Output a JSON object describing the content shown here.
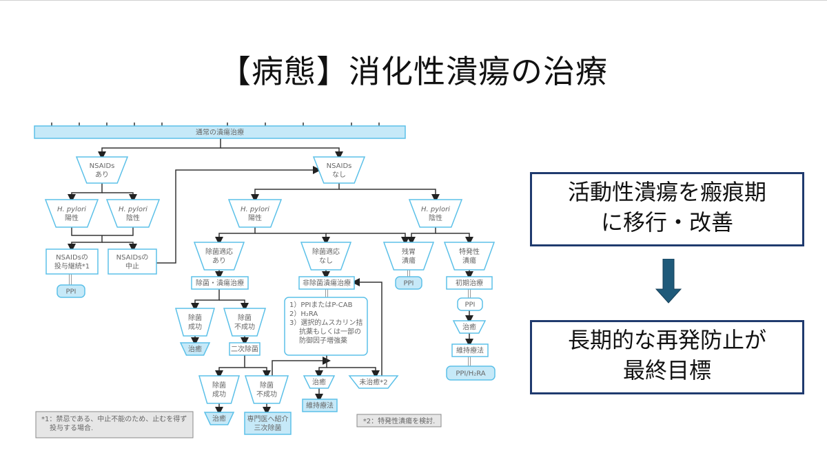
{
  "slide": {
    "title": "【病態】消化性潰瘍の治療"
  },
  "flowchart": {
    "top": "通常の潰瘍治療",
    "nsaids_yes": [
      "NSAIDs",
      "あり"
    ],
    "nsaids_no": [
      "NSAIDs",
      "なし"
    ],
    "hp_pos_left": [
      "H. pylori",
      "陽性"
    ],
    "hp_neg_left": [
      "H. pylori",
      "陰性"
    ],
    "nsaids_continue": [
      "NSAIDsの",
      "投与継続*1"
    ],
    "nsaids_stop": [
      "NSAIDsの",
      "中止"
    ],
    "ppi_left": "PPI",
    "hp_pos_right": [
      "H. pylori",
      "陽性"
    ],
    "hp_neg_right": [
      "H. pylori",
      "陰性"
    ],
    "erad_yes": [
      "除菌適応",
      "あり"
    ],
    "erad_no": [
      "除菌適応",
      "なし"
    ],
    "residual": [
      "残胃",
      "潰瘍"
    ],
    "idiopathic": [
      "特発性",
      "潰瘍"
    ],
    "erad_ulcer_tx": "除菌・潰瘍治療",
    "non_erad_tx": "非除菌潰瘍治療",
    "ppi_residual": "PPI",
    "initial_tx": "初期治療",
    "options": [
      "1）PPIまたはP-CAB",
      "2）H₂RA",
      "3）選択的ムスカリン拮",
      "抗薬もしくは一部の",
      "防御因子増強薬"
    ],
    "erad_success1": [
      "除菌",
      "成功"
    ],
    "erad_fail1": [
      "除菌",
      "不成功"
    ],
    "healed1": "治癒",
    "second_erad": "二次除菌",
    "erad_success2": [
      "除菌",
      "成功"
    ],
    "erad_fail2": [
      "除菌",
      "不成功"
    ],
    "healed2": "治癒",
    "referral": [
      "専門医へ紹介",
      "三次除菌"
    ],
    "healed3": "治癒",
    "not_healed": "未治癒*2",
    "maintenance1": "維持療法",
    "ppi_idio": "PPI",
    "healed4": "治癒",
    "maintenance2": "維持療法",
    "ppi_h2ra": "PPI/H₂RA",
    "note1": [
      "*1：禁忌である、中止不能のため、止むを得ず",
      "投与する場合."
    ],
    "note2": "*2：特発性潰瘍を検討."
  },
  "summary": {
    "box1": [
      "活動性潰瘍を瘢痕期",
      "に移行・改善"
    ],
    "box2": [
      "長期的な再発防止が",
      "最終目標"
    ],
    "arrow_color": "#1f5a7a",
    "box_border_color": "#1f3a6e"
  }
}
